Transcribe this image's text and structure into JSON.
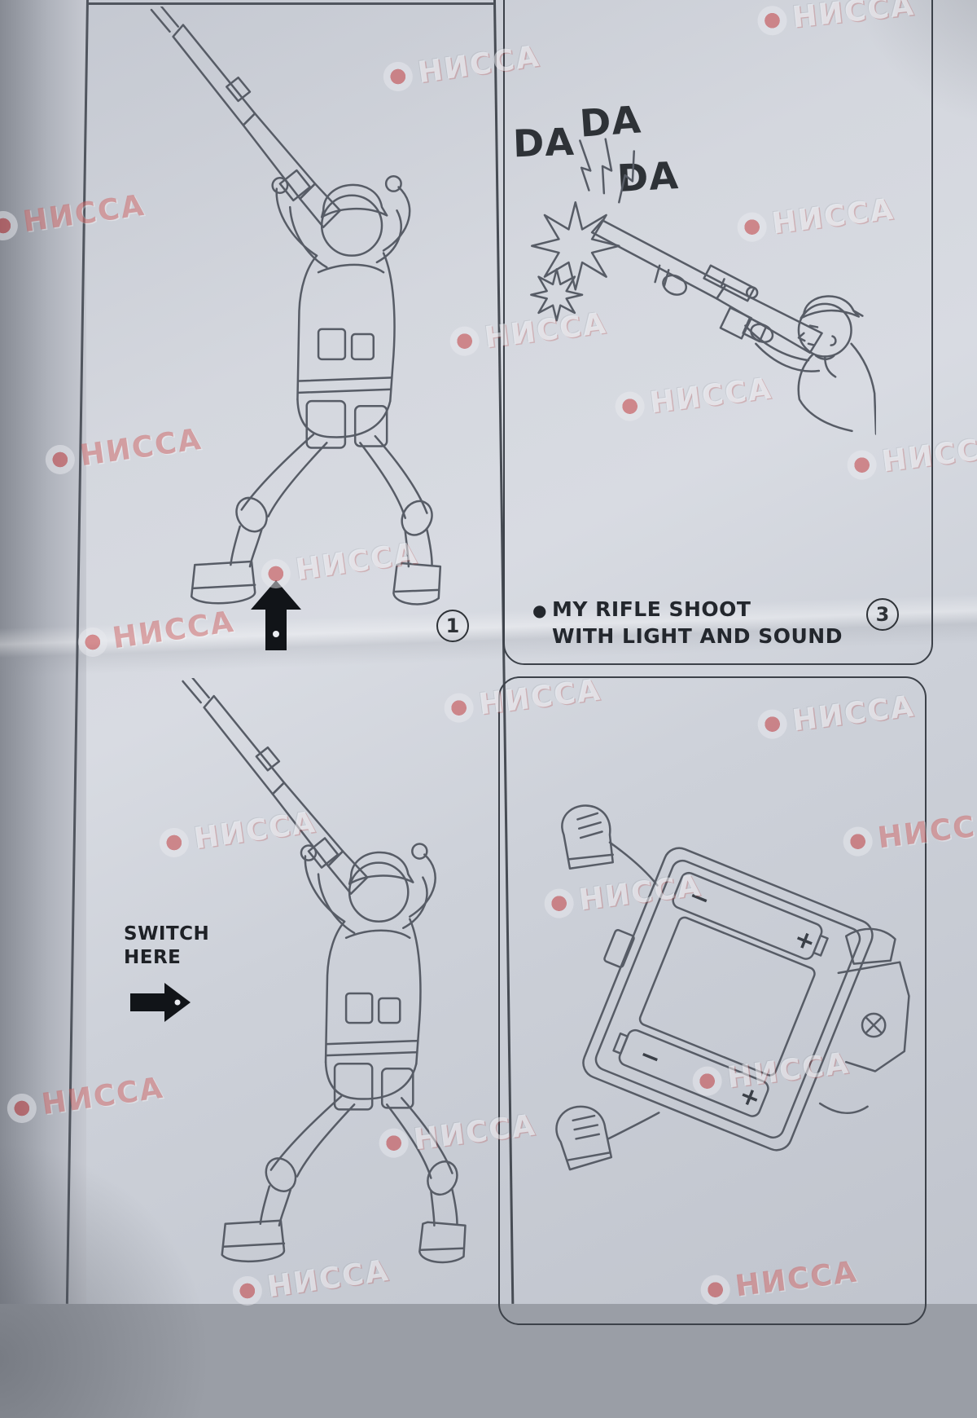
{
  "document": {
    "watermark": {
      "text": "НИССА"
    },
    "panel1": {
      "number": "1"
    },
    "panel2": {
      "switch_line1": "SWITCH",
      "switch_line2": "HERE"
    },
    "panel3": {
      "sound_words": [
        "DA",
        "DA",
        "DA"
      ],
      "caption_bullet": "●",
      "caption_line1": "MY RIFLE SHOOT",
      "caption_line2": "WITH LIGHT AND SOUND",
      "number": "3"
    },
    "panel4": {
      "battery_plus": "+",
      "battery_minus": "−"
    }
  }
}
